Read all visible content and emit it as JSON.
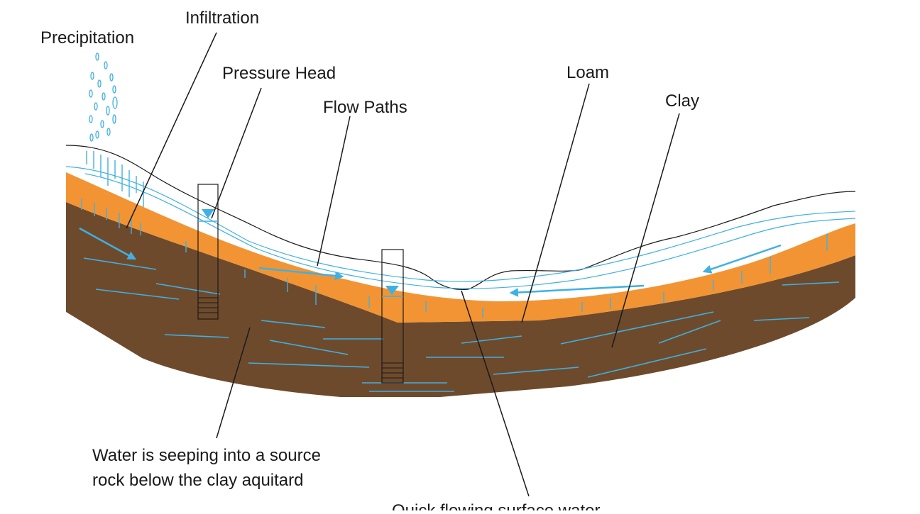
{
  "labels": {
    "precipitation": "Precipitation",
    "infiltration": "Infiltration",
    "pressure_head": "Pressure Head",
    "flow_paths": "Flow Paths",
    "loam": "Loam",
    "clay": "Clay",
    "seeping_line1": "Water is seeping into a source",
    "seeping_line2": "rock below the clay aquitard",
    "surface_water": "Quick flowing surface water"
  },
  "colors": {
    "clay_layer": "#6e4a2c",
    "loam_layer": "#f29433",
    "water": "#3fb0e3",
    "outline": "#1a1a1a",
    "background": "#ffffff"
  }
}
